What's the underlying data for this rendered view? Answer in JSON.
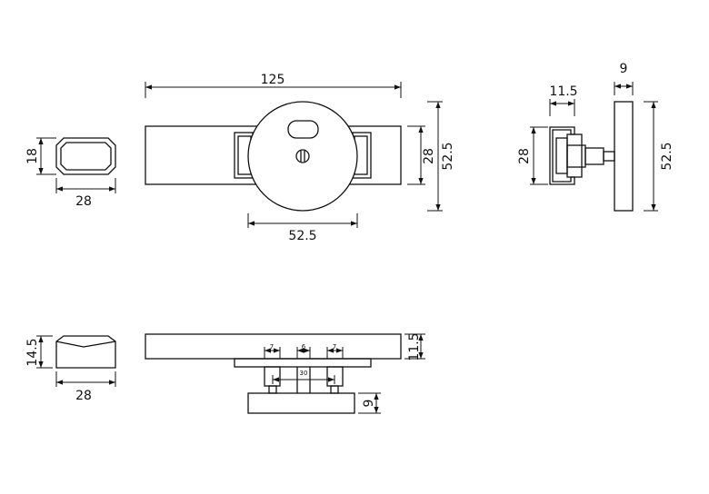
{
  "title": "Lock technical drawing with dimensions",
  "top_view": {
    "width": "125",
    "knob_diameter": "52.5",
    "bar_height": "28",
    "knob_height": "52.5"
  },
  "top_left_part": {
    "height": "18",
    "width": "28"
  },
  "side_view": {
    "plate_thickness": "9",
    "clip_depth": "11.5",
    "clip_height": "28",
    "plate_height": "52.5"
  },
  "bottom_left_part": {
    "height": "14.5",
    "width": "28"
  },
  "bottom_view": {
    "bar_thickness": "11.5",
    "knob_thickness": "9",
    "post_left": "7",
    "post_center": "6",
    "post_right": "7",
    "post_spacing": "30"
  }
}
